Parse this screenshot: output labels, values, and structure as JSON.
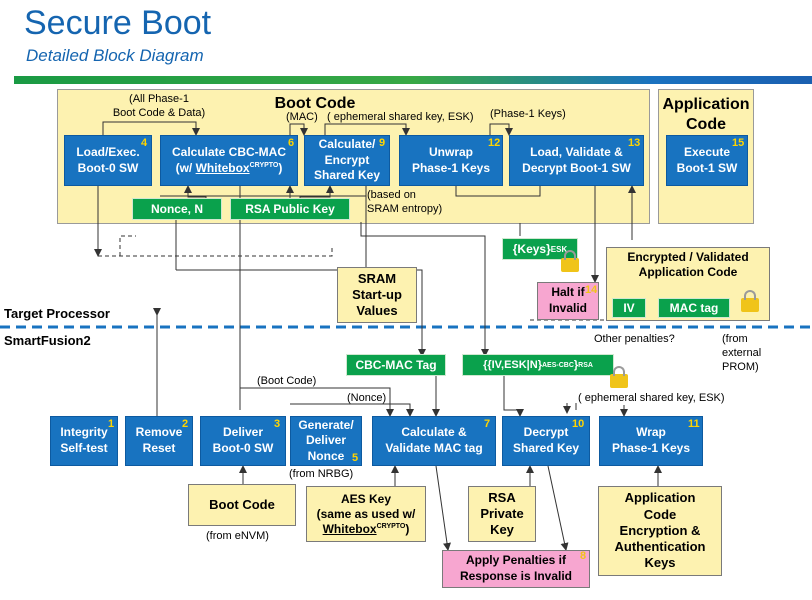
{
  "header": {
    "title": "Secure Boot",
    "subtitle": "Detailed Block Diagram"
  },
  "regions": {
    "boot_code": "Boot Code",
    "app_code": "Application Code"
  },
  "labels": {
    "target_processor": "Target Processor",
    "smartfusion2": "SmartFusion2"
  },
  "boxes": {
    "load_exec": {
      "text": "Load/Exec.\nBoot-0 SW",
      "num": "4"
    },
    "calc_cbc": {
      "text": "Calculate CBC-MAC\n(w/ ",
      "emph": "Whitebox",
      "sup": "CRYPTO",
      "tail": ")",
      "num": "6"
    },
    "calc_encrypt": {
      "text": "Calculate/\nEncrypt\nShared Key",
      "num": "9"
    },
    "unwrap": {
      "text": "Unwrap\nPhase-1 Keys",
      "num": "12"
    },
    "load_validate": {
      "text": "Load, Validate &\nDecrypt Boot-1 SW",
      "num": "13"
    },
    "execute": {
      "text": "Execute\nBoot-1 SW",
      "num": "15"
    },
    "nonce": "Nonce, N",
    "rsa_pub": "RSA Public Key",
    "keys_esk": {
      "text": "{Keys}",
      "sub": "ESK"
    },
    "sram": "SRAM\nStart-up\nValues",
    "halt": {
      "text": "Halt if\nInvalid",
      "num": "14"
    },
    "enc_app": "Encrypted / Validated\nApplication Code",
    "iv": "IV",
    "mac_tag": "MAC tag",
    "cbc_tag": "CBC-MAC Tag",
    "iv_esk": {
      "text": "{{IV,ESK|N}",
      "sub": "AES-CBC",
      "tail": "}",
      "sub2": "RSA"
    },
    "integrity": {
      "text": "Integrity\nSelf-test",
      "num": "1"
    },
    "remove_reset": {
      "text": "Remove\nReset",
      "num": "2"
    },
    "deliver_boot0": {
      "text": "Deliver\nBoot-0 SW",
      "num": "3"
    },
    "gen_nonce": {
      "text": "Generate/\nDeliver\nNonce",
      "num": "5"
    },
    "calc_validate": {
      "text": "Calculate &\nValidate MAC tag",
      "num": "7"
    },
    "decrypt_shared": {
      "text": "Decrypt\nShared Key",
      "num": "10"
    },
    "wrap": {
      "text": "Wrap\nPhase-1 Keys",
      "num": "11"
    },
    "boot_code_src": "Boot Code",
    "aes_key": {
      "text": "AES Key\n(same as used w/\n",
      "emph": "Whitebox",
      "sup": "CRYPTO",
      "tail": ")"
    },
    "rsa_priv": "RSA\nPrivate\nKey",
    "app_keys": "Application\nCode\nEncryption &\nAuthentication\nKeys",
    "penalties": {
      "text": "Apply Penalties if\nResponse is Invalid",
      "num": "8"
    }
  },
  "annotations": {
    "all_phase1": "(All Phase-1\nBoot Code & Data)",
    "mac": "(MAC)",
    "eph_top": "( ephemeral shared key, ESK)",
    "phase1_keys": "(Phase-1 Keys)",
    "based_on": "(based on\nSRAM entropy)",
    "other_pen": "Other penalties?",
    "from_prom": "(from\nexternal\nPROM)",
    "boot_code_a": "(Boot Code)",
    "nonce_a": "(Nonce)",
    "eph_bottom": "( ephemeral shared key, ESK)",
    "from_nrbg": "(from NRBG)",
    "from_envm": "(from eNVM)"
  }
}
